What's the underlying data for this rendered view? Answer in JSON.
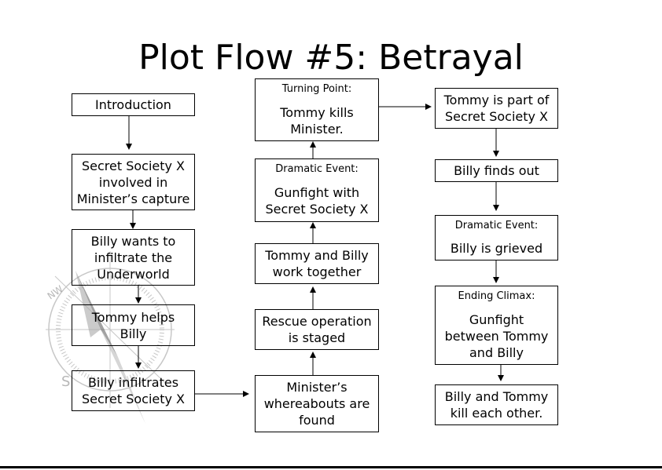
{
  "title": "Plot Flow #5: Betrayal",
  "column_left": [
    {
      "text": "Introduction"
    },
    {
      "text": "Secret Society X\ninvolved in\nMinister’s capture"
    },
    {
      "text": "Billy wants to\ninfiltrate the\nUnderworld"
    },
    {
      "text": "Tommy helps\nBilly"
    },
    {
      "text": "Billy infiltrates\nSecret Society X"
    }
  ],
  "column_middle": [
    {
      "label": "Turning Point:",
      "text": "Tommy kills\nMinister."
    },
    {
      "label": "Dramatic Event:",
      "text": "Gunfight with\nSecret Society X"
    },
    {
      "text": "Tommy and Billy\nwork together"
    },
    {
      "text": "Rescue operation\nis staged"
    },
    {
      "text": "Minister’s\nwhereabouts are\nfound"
    }
  ],
  "column_right": [
    {
      "text": "Tommy is part of\nSecret Society X"
    },
    {
      "text": "Billy finds out"
    },
    {
      "label": "Dramatic Event:",
      "text": "Billy is grieved"
    },
    {
      "label": "Ending Climax:",
      "text": "Gunfight\nbetween Tommy\nand Billy"
    },
    {
      "text": "Billy and Tommy\nkill each other."
    }
  ],
  "watermark": {
    "icon": "compass-rose-icon",
    "color": "#9a9a9a"
  }
}
